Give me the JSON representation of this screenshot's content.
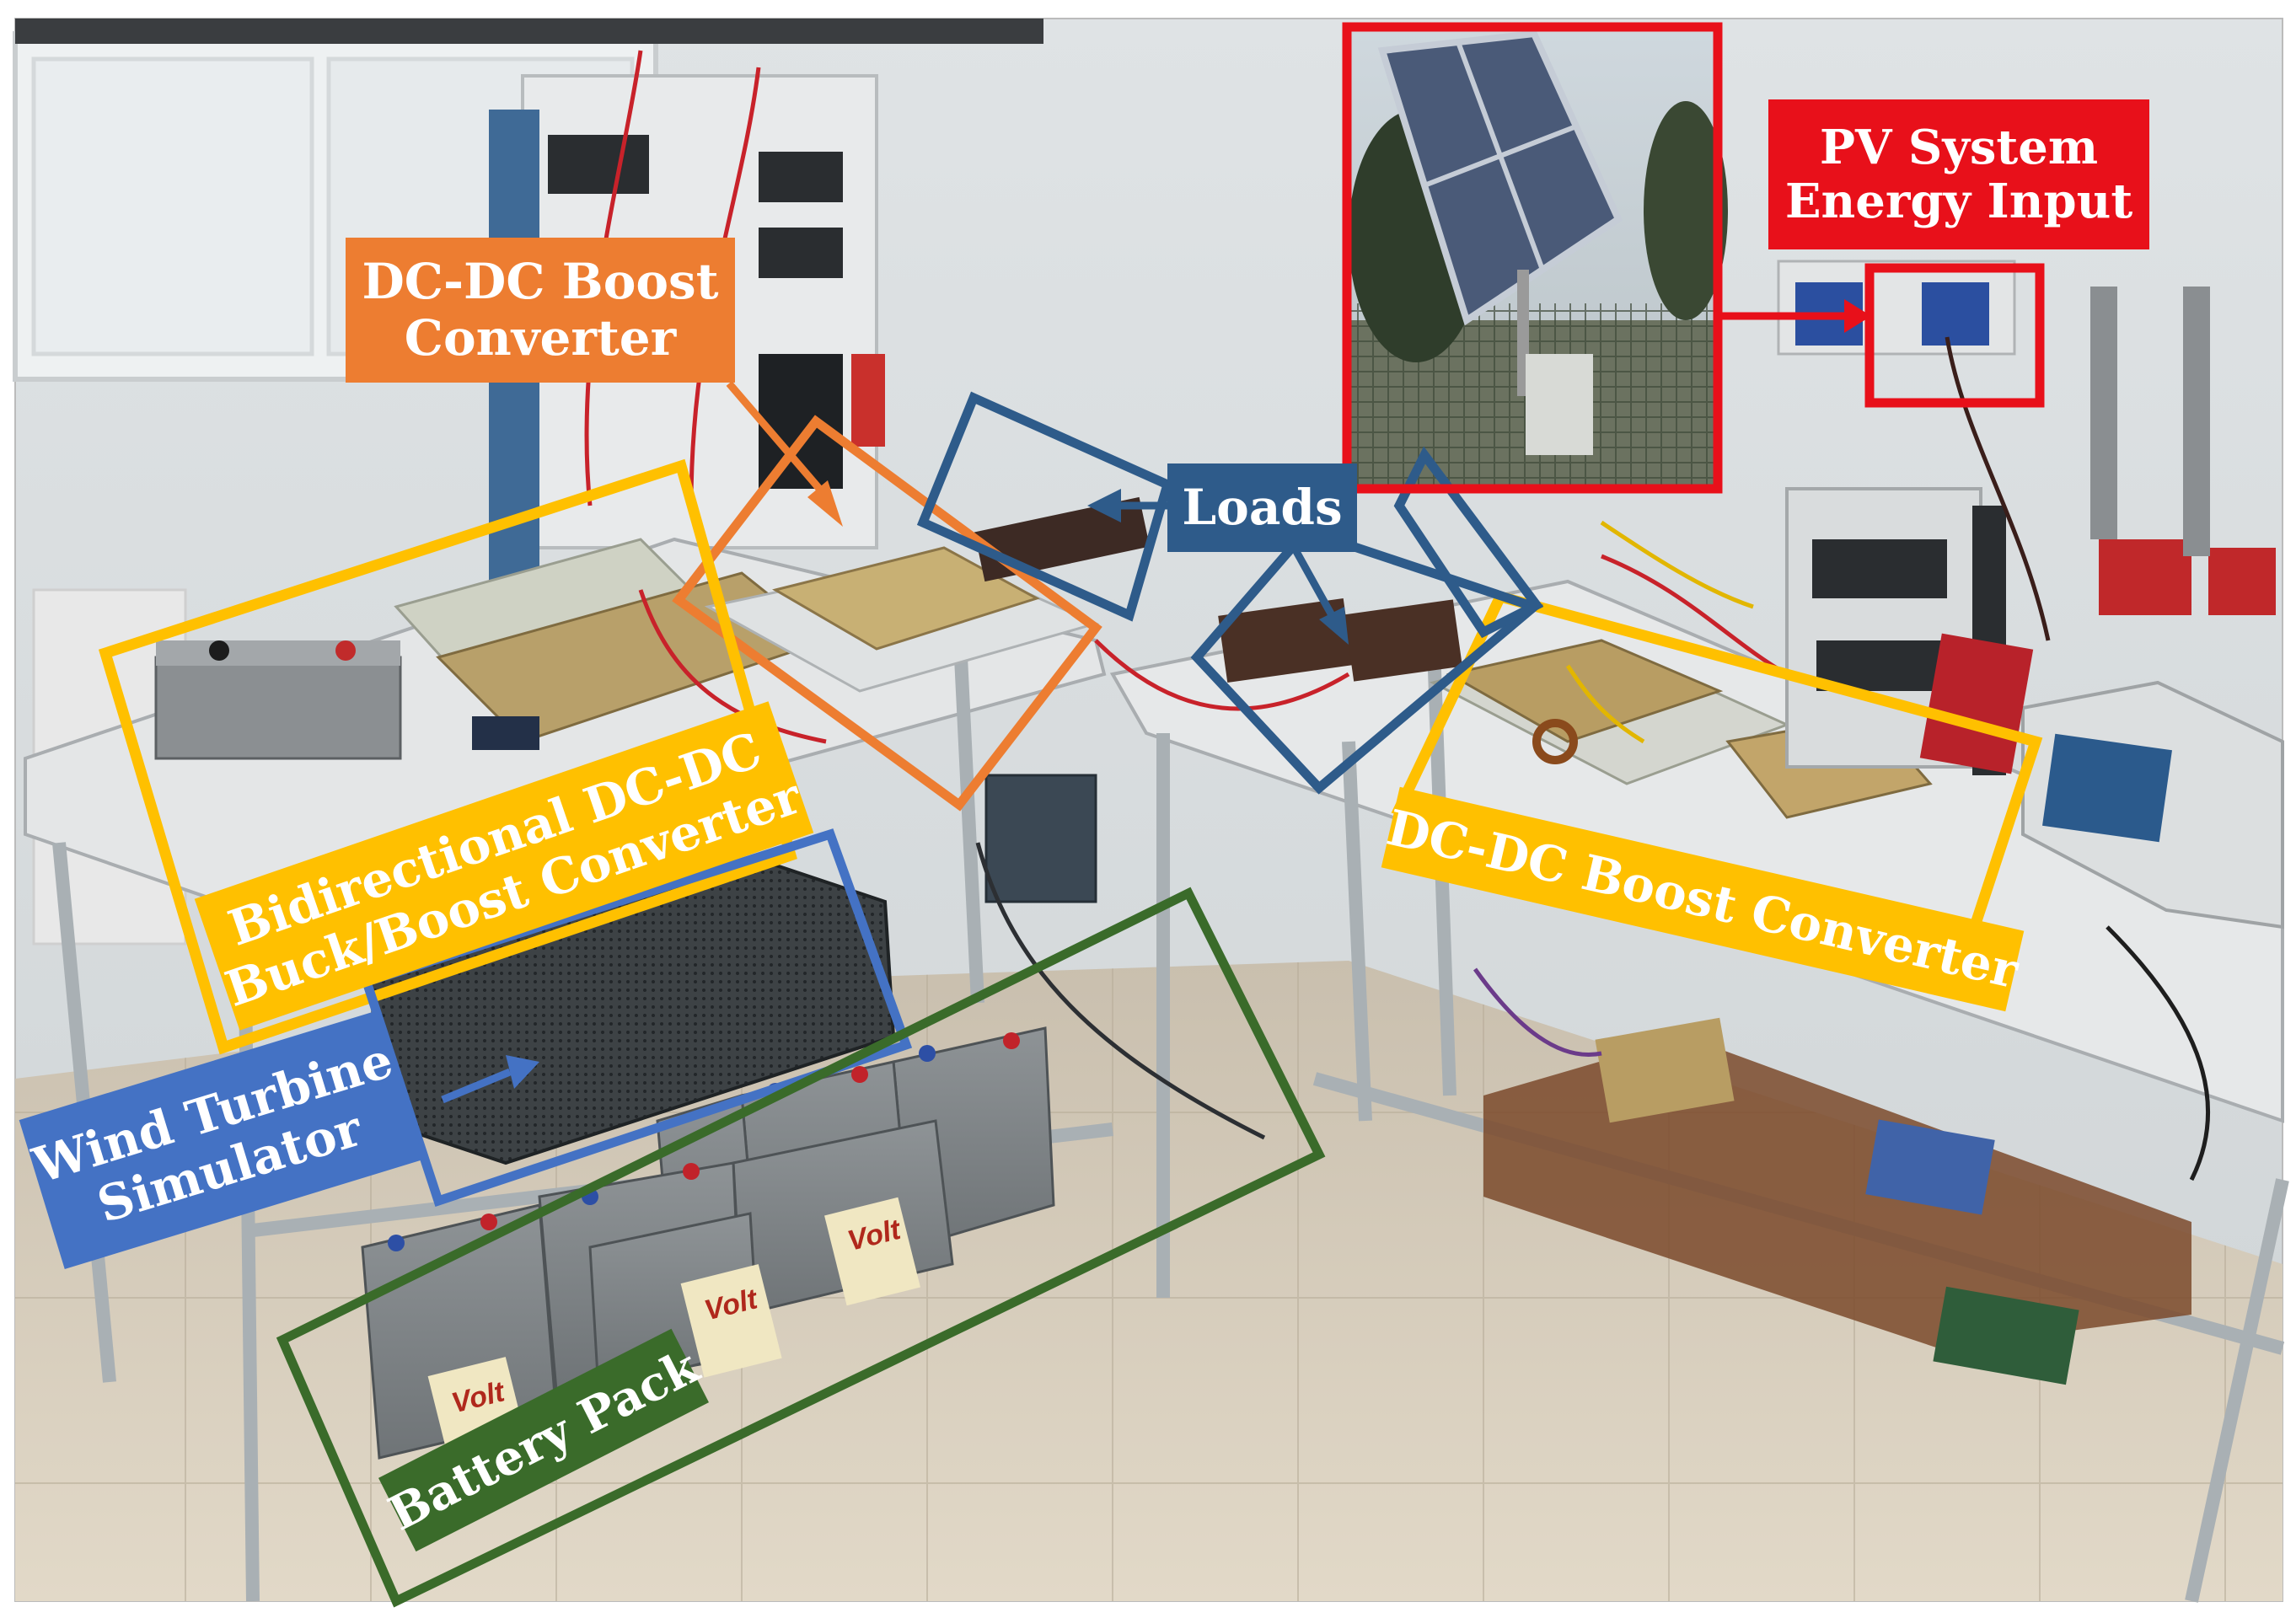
{
  "labels": {
    "dcdc_boost_top": {
      "line1": "DC-DC Boost",
      "line2": "Converter"
    },
    "pv_system": {
      "line1": "PV System",
      "line2": "Energy Input"
    },
    "loads": {
      "text": "Loads"
    },
    "bidirectional": {
      "line1": "Bidirectional DC-DC",
      "line2": "Buck/Boost Converter"
    },
    "dcdc_boost_right": {
      "text": "DC-DC Boost Converter"
    },
    "wind_turbine": {
      "line1": "Wind Turbine",
      "line2": "Simulator"
    },
    "battery_pack": {
      "text": "Battery Pack"
    },
    "battery_brand": "Volt"
  },
  "colors": {
    "orange": "#ED7D31",
    "yellow": "#FFC000",
    "blue": "#4472C4",
    "navy": "#2E5B8A",
    "green": "#3A6B2A",
    "red": "#E8101A"
  }
}
